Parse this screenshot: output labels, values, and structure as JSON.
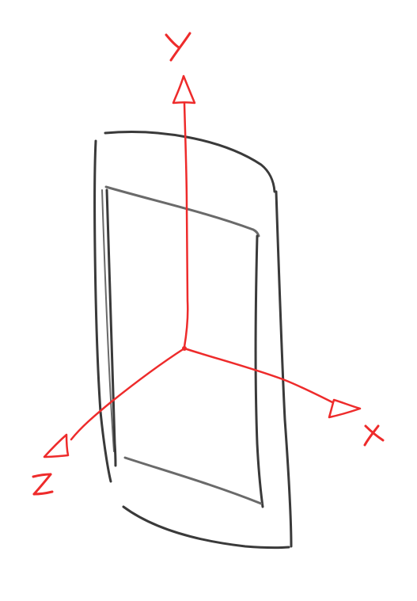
{
  "colors": {
    "device": "#3a3a3a",
    "device_light": "#6a6a6a",
    "axis": "#ee2b2b"
  },
  "axes": {
    "y": {
      "label": "Y"
    },
    "x": {
      "label": "X"
    },
    "z": {
      "label": "Z"
    }
  }
}
